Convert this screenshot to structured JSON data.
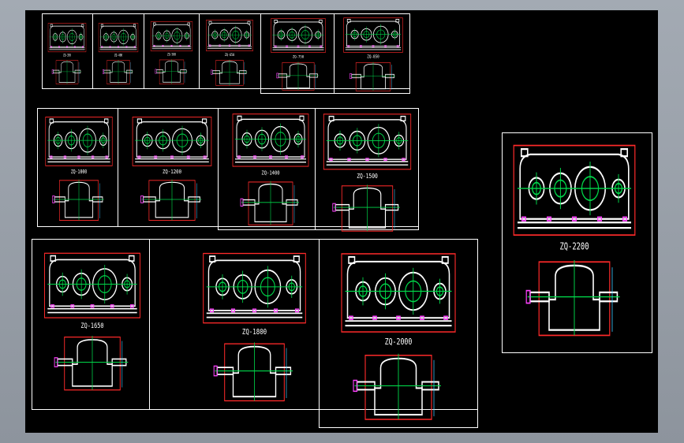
{
  "app": {
    "viewport": "CAD drawing sheet",
    "background": "#000000"
  },
  "colors": {
    "outline": "#ffffff",
    "dimension": "#ff2a2a",
    "center": "#00d84a",
    "magenta": "#ff40ff",
    "cyan": "#40c8ff"
  },
  "drawings": [
    {
      "id": "d1",
      "label": "ZQ-350"
    },
    {
      "id": "d2",
      "label": "ZQ-400"
    },
    {
      "id": "d3",
      "label": "ZQ-500"
    },
    {
      "id": "d4",
      "label": "ZQ-650"
    },
    {
      "id": "d5",
      "label": "ZQ-750"
    },
    {
      "id": "d6",
      "label": "ZQ-850"
    },
    {
      "id": "d7",
      "label": "ZQ-1000"
    },
    {
      "id": "d8",
      "label": "ZQ-1200"
    },
    {
      "id": "d9",
      "label": "ZQ-1400"
    },
    {
      "id": "d10",
      "label": "ZQ-1500"
    },
    {
      "id": "d11",
      "label": "ZQ-1650"
    },
    {
      "id": "d12",
      "label": "ZQ-1800"
    },
    {
      "id": "d13",
      "label": "ZQ-2000"
    },
    {
      "id": "d14",
      "label": "ZQ-2200"
    }
  ]
}
